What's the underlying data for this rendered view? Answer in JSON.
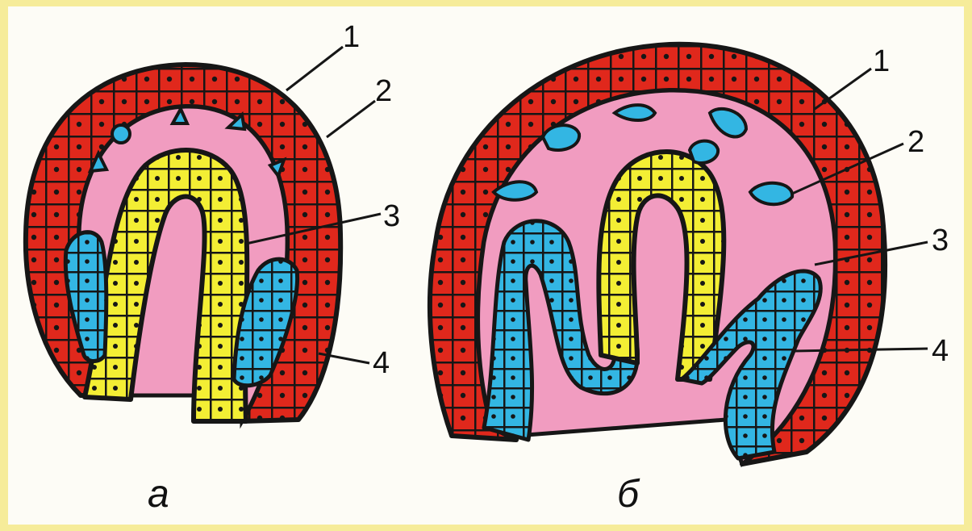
{
  "figures": [
    {
      "caption": "а",
      "labels": [
        "1",
        "2",
        "3",
        "4"
      ]
    },
    {
      "caption": "б",
      "labels": [
        "1",
        "2",
        "3",
        "4"
      ]
    }
  ],
  "colors": {
    "background_border": "#f6ec9a",
    "panel": "#fdfcf6",
    "outline": "#161616",
    "ectoderm": "#e0281c",
    "cavity": "#f19cc0",
    "endoderm": "#f3ee34",
    "mesoderm": "#33b6e3"
  }
}
